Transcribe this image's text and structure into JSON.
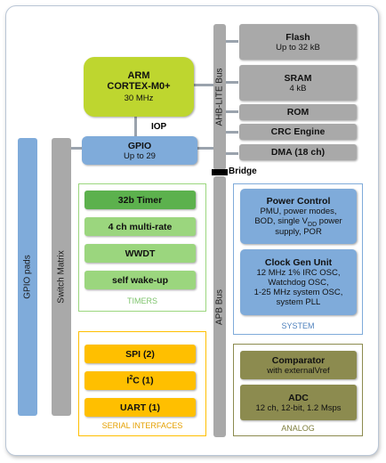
{
  "core": {
    "title": "ARM",
    "name": "CORTEX-M0+",
    "freq": "30 MHz"
  },
  "iop": "IOP",
  "gpio": {
    "title": "GPIO",
    "sub": "Up to 29"
  },
  "gpio_pads": "GPIO pads",
  "switch_matrix": "Switch Matrix",
  "ahb_bus": "AHB-LITE Bus",
  "apb_bus": "APB Bus",
  "bridge": "Bridge",
  "memory": {
    "flash": {
      "title": "Flash",
      "sub": "Up to 32 kB"
    },
    "sram": {
      "title": "SRAM",
      "sub": "4 kB"
    },
    "rom": "ROM",
    "crc": "CRC Engine",
    "dma": "DMA (18 ch)"
  },
  "timers": {
    "label": "TIMERS",
    "items": [
      "32b Timer",
      "4 ch multi-rate",
      "WWDT",
      "self wake-up"
    ]
  },
  "serial": {
    "label": "SERIAL INTERFACES",
    "spi": "SPI (2)",
    "i2c_main": "I",
    "i2c_sup": "2",
    "i2c_rest": "C (1)",
    "uart": "UART (1)"
  },
  "system": {
    "label": "SYSTEM",
    "power_control": {
      "title": "Power Control",
      "line1": "PMU, power modes,",
      "line2_pre": "BOD, single V",
      "line2_sub": "DD",
      "line2_post": " power",
      "line3": "supply, POR"
    },
    "clock_gen": {
      "title": "Clock Gen Unit",
      "lines": [
        "12 MHz 1% IRC OSC,",
        "Watchdog OSC,",
        "1-25 MHz system OSC,",
        "system PLL"
      ]
    }
  },
  "analog": {
    "label": "ANALOG",
    "comparator": {
      "title": "Comparator",
      "sub": "with externalVref"
    },
    "adc": {
      "title": "ADC",
      "sub": "12 ch, 12-bit, 1.2 Msps"
    }
  },
  "colors": {
    "core": "#bed62f",
    "blue": "#7fabda",
    "gray": "#a9a9a9",
    "green": "#9bd67e",
    "green_dark": "#5cb14d",
    "orange": "#ffbf00",
    "olive": "#8c8b4f",
    "system_label": "#4f81bd",
    "analog_label": "#7f7f3f",
    "timers_label": "#7dc36b",
    "serial_label": "#e5a000"
  }
}
